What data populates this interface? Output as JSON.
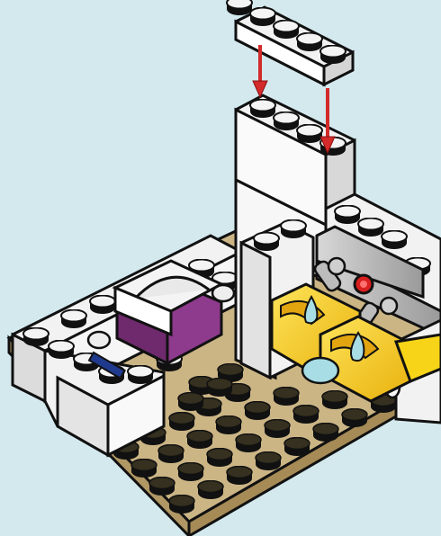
{
  "scene": {
    "kind": "building instruction step",
    "colors": {
      "background": "#d4e9ee",
      "baseplate": "#cbb585",
      "baseplate_stud": "#35301f",
      "white_brick": "#f2f2f2",
      "yellow": "#f7d417",
      "purple": "#8e3a8d",
      "gray": "#bcbcbc",
      "red_light": "#d81e1e",
      "arrow": "#d32a2a",
      "trans_light_blue": "#a8dde5",
      "dark_blue": "#1f3a8c"
    },
    "parts": [
      "white-plate-1x5",
      "white-brick-column",
      "white-side-bricks",
      "yellow-sinks",
      "purple-chest",
      "tan-baseplate"
    ],
    "arrows": 2
  }
}
